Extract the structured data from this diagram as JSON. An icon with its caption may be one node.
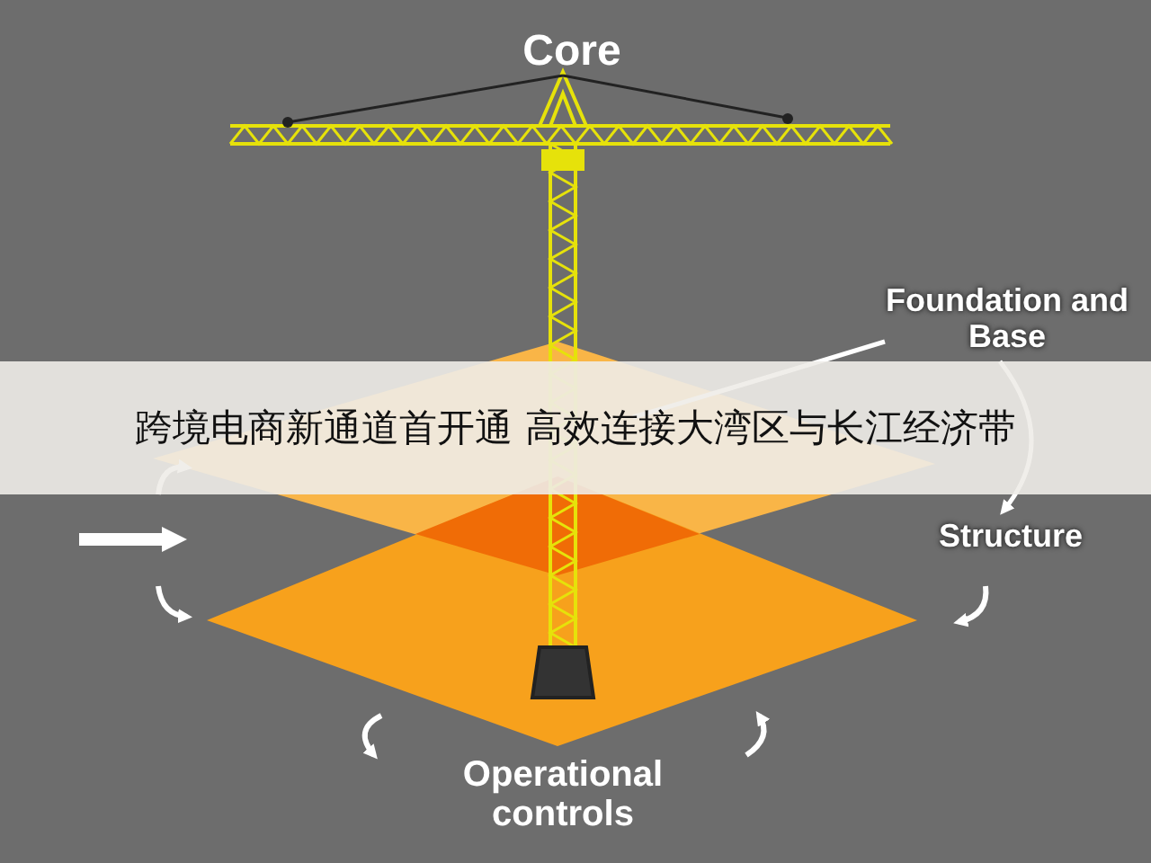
{
  "diagram": {
    "title": "跨境电商新通道首开通 高效连接大湾区与长江经济带",
    "nodes": [
      {
        "text": [
          "Foundation and Base"
        ]
      },
      {
        "text": [
          "Structure"
        ]
      }
    ],
    "edges": [
      {
        "from": 0,
        "to": null,
        "arrow": "none"
      },
      {
        "from": 0,
        "to": 1,
        "arrow": "to"
      }
    ],
    "labels": [
      "Core",
      "Operational controls"
    ]
  }
}
